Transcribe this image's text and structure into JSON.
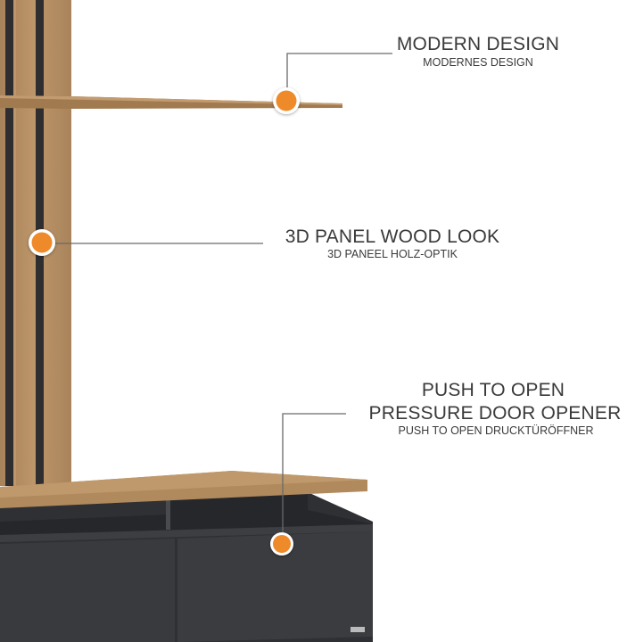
{
  "colors": {
    "accent": "#ee8a2a",
    "wood": "#b38b5e",
    "dark": "#3a3c40",
    "line": "#6a6a6a"
  },
  "callouts": [
    {
      "title": "MODERN DESIGN",
      "subtitle": "MODERNES DESIGN"
    },
    {
      "title": "3D PANEL WOOD LOOK",
      "subtitle": "3D PANEEL HOLZ-OPTIK"
    },
    {
      "title_line1": "PUSH TO OPEN",
      "title_line2": "PRESSURE DOOR OPENER",
      "subtitle": "PUSH TO OPEN DRUCKTÜRÖFFNER"
    }
  ]
}
